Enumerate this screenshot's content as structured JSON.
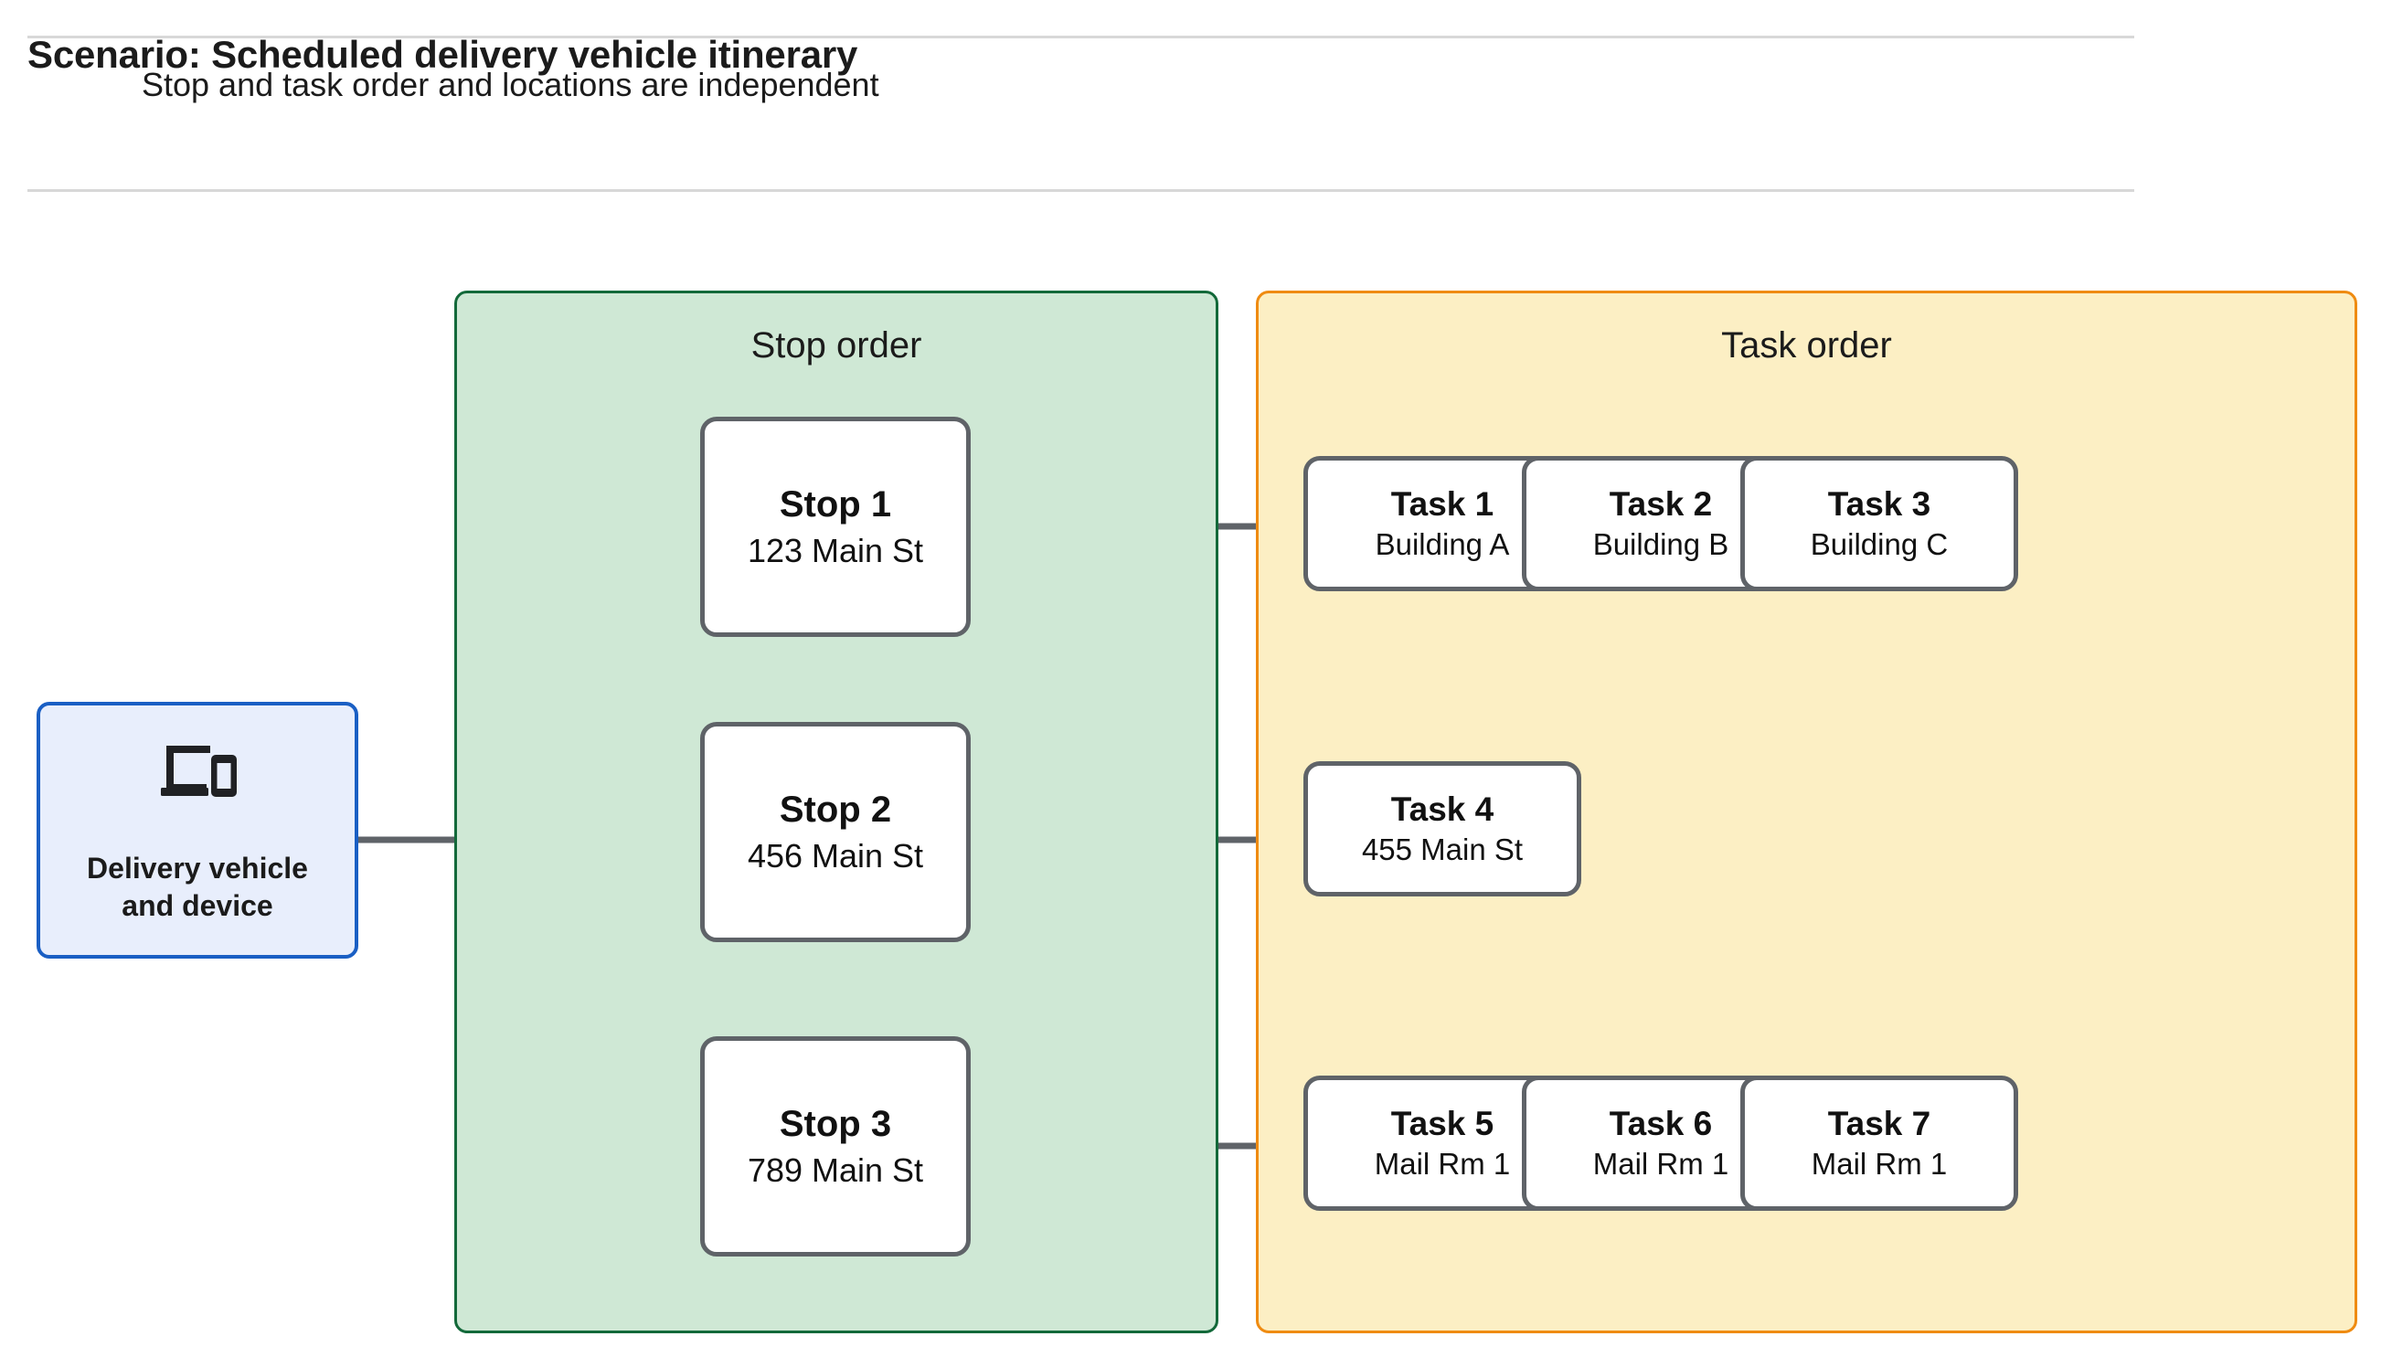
{
  "header": {
    "title": "Scenario: Scheduled delivery vehicle itinerary",
    "subtitle": "Stop and task order and locations are independent"
  },
  "vehicle": {
    "label": "Delivery vehicle\nand device",
    "label_line1": "Delivery vehicle",
    "label_line2": "and device",
    "icon": "devices-icon",
    "border_color": "#1a5fc4",
    "fill_color": "#e8eefc"
  },
  "groups": {
    "stop": {
      "title": "Stop order",
      "border_color": "#13693a",
      "fill_color": "#cfe8d5"
    },
    "task": {
      "title": "Task order",
      "border_color": "#ef8b11",
      "fill_color": "#fcefc4"
    }
  },
  "stops": [
    {
      "title": "Stop 1",
      "location": "123 Main St"
    },
    {
      "title": "Stop 2",
      "location": "456 Main St"
    },
    {
      "title": "Stop 3",
      "location": "789 Main St"
    }
  ],
  "tasks": [
    {
      "title": "Task 1",
      "location": "Building A"
    },
    {
      "title": "Task 2",
      "location": "Building B"
    },
    {
      "title": "Task 3",
      "location": "Building C"
    },
    {
      "title": "Task 4",
      "location": "455 Main St"
    },
    {
      "title": "Task 5",
      "location": "Mail Rm 1"
    },
    {
      "title": "Task 6",
      "location": "Mail Rm 1"
    },
    {
      "title": "Task 7",
      "location": "Mail Rm 1"
    }
  ],
  "connector_color": "#5f6368",
  "divider_color": "#d8d8d8"
}
